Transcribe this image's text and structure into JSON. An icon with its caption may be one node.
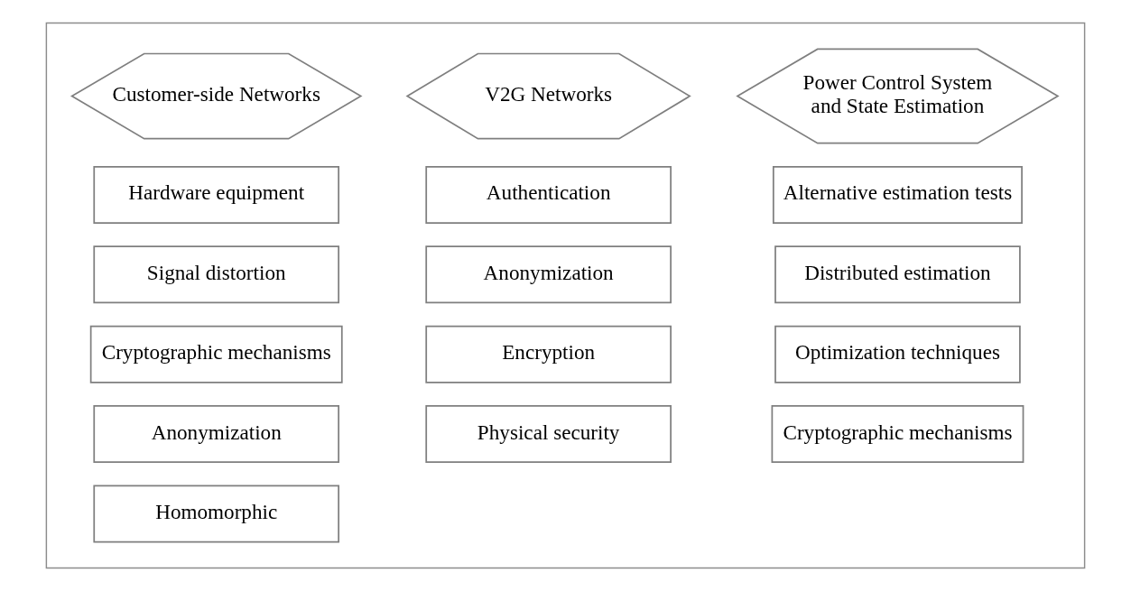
{
  "diagram": {
    "nodes": [
      {
        "text": [],
        "shape": "box"
      },
      {
        "text": [
          "Customer-side Networks"
        ],
        "in": 0
      },
      {
        "text": [
          "V2G Networks"
        ],
        "in": 0
      },
      {
        "text": [
          "Power Control System and State Estimation"
        ],
        "in": 0
      },
      {
        "text": [
          "Hardware equipment"
        ],
        "in": 0
      },
      {
        "text": [
          "Authentication"
        ],
        "in": 0
      },
      {
        "text": [
          "Alternative estimation tests"
        ],
        "in": 0
      },
      {
        "text": [
          "Signal distortion"
        ],
        "in": 0
      },
      {
        "text": [
          "Anonymization"
        ],
        "in": 0
      },
      {
        "text": [
          "Distributed estimation"
        ],
        "in": 0
      },
      {
        "text": [
          "Cryptographic mechanisms"
        ],
        "in": 0
      },
      {
        "text": [
          "Encryption"
        ],
        "in": 0
      },
      {
        "text": [
          "Optimization techniques"
        ],
        "in": 0
      },
      {
        "text": [
          "Anonymization"
        ],
        "in": 0
      },
      {
        "text": [
          "Physical security"
        ],
        "in": 0
      },
      {
        "text": [
          "Cryptographic mechanisms"
        ],
        "in": 0
      },
      {
        "text": [
          "Homomorphic"
        ],
        "in": 0
      }
    ],
    "edges": []
  }
}
